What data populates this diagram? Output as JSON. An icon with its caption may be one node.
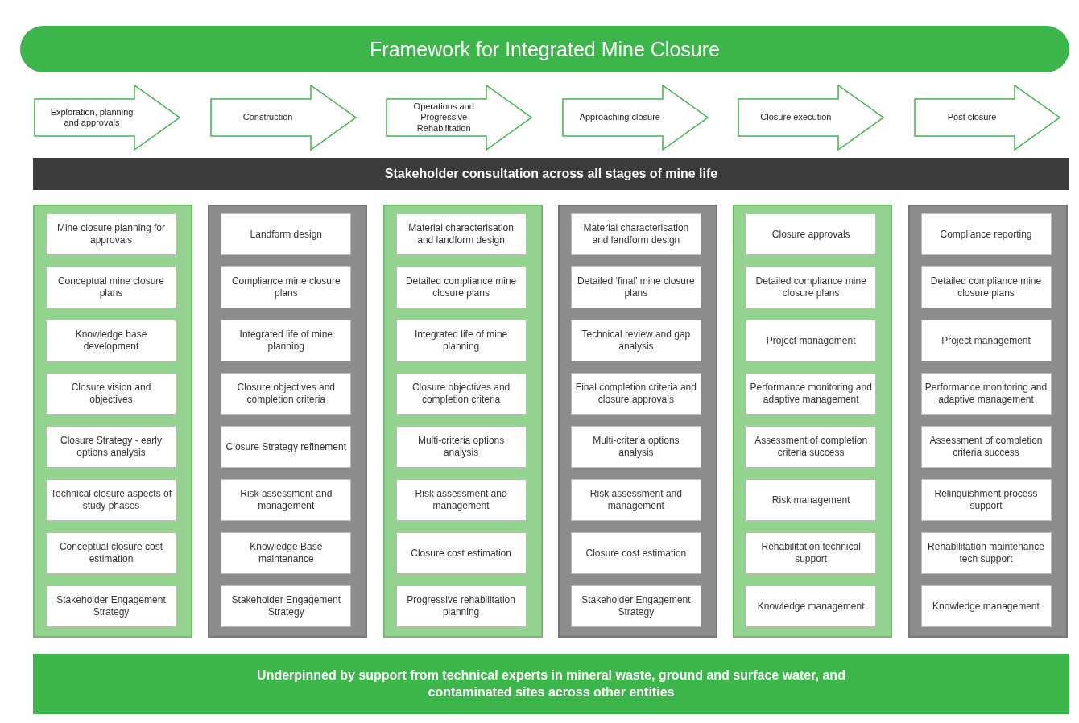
{
  "diagram": {
    "title": "Framework for Integrated Mine Closure",
    "nodes": [
      {
        "text": [
          "Exploration,  planning and approvals"
        ]
      },
      {
        "text": [
          "Construction"
        ]
      },
      {
        "text": [
          "Operations and Progressive Rehabilitation"
        ]
      },
      {
        "text": [
          "Approaching closure"
        ]
      },
      {
        "text": [
          "Closure execution"
        ]
      },
      {
        "text": [
          "Post closure"
        ]
      },
      {
        "text": [
          "Stakeholder consultation across all stages of mine life"
        ]
      },
      {
        "text": [],
        "shape": "box"
      },
      {
        "text": [
          "Mine closure planning for approvals"
        ],
        "in": 7
      },
      {
        "text": [
          "Conceptual mine closure plans"
        ],
        "in": 7
      },
      {
        "text": [
          "Knowledge base development"
        ],
        "in": 7
      },
      {
        "text": [
          "Closure vision and objectives"
        ],
        "in": 7
      },
      {
        "text": [
          "Closure Strategy - early options analysis"
        ],
        "in": 7
      },
      {
        "text": [
          "Technical closure aspects of study phases"
        ],
        "in": 7
      },
      {
        "text": [
          "Conceptual closure cost estimation"
        ],
        "in": 7
      },
      {
        "text": [
          "Stakeholder Engagement Strategy"
        ],
        "in": 7
      },
      {
        "text": [],
        "shape": "box"
      },
      {
        "text": [
          "Landform design"
        ],
        "in": 16
      },
      {
        "text": [
          "Compliance mine closure plans"
        ],
        "in": 16
      },
      {
        "text": [
          "Integrated life of mine planning"
        ],
        "in": 16
      },
      {
        "text": [
          "Closure objectives and completion criteria"
        ],
        "in": 16
      },
      {
        "text": [
          "Closure Strategy refinement"
        ],
        "in": 16
      },
      {
        "text": [
          "Risk assessment and management"
        ],
        "in": 16
      },
      {
        "text": [
          "Knowledge Base maintenance"
        ],
        "in": 16
      },
      {
        "text": [
          "Stakeholder Engagement Strategy"
        ],
        "in": 16
      },
      {
        "text": [],
        "shape": "box"
      },
      {
        "text": [
          "Material characterisation and landform design"
        ],
        "in": 25
      },
      {
        "text": [
          "Detailed compliance mine closure plans"
        ],
        "in": 25
      },
      {
        "text": [
          "Integrated life of mine planning"
        ],
        "in": 25
      },
      {
        "text": [
          "Closure objectives and completion criteria"
        ],
        "in": 25
      },
      {
        "text": [
          "Multi-criteria options analysis"
        ],
        "in": 25
      },
      {
        "text": [
          "Risk assessment and management"
        ],
        "in": 25
      },
      {
        "text": [
          "Closure cost estimation"
        ],
        "in": 25
      },
      {
        "text": [
          "Progressive rehabilitation planning"
        ],
        "in": 25
      },
      {
        "text": [],
        "shape": "box"
      },
      {
        "text": [
          "Material characterisation and landform design"
        ],
        "in": 34
      },
      {
        "text": [
          "Detailed ‘final’ mine closure plans"
        ],
        "in": 34
      },
      {
        "text": [
          "Technical review and gap analysis"
        ],
        "in": 34
      },
      {
        "text": [
          "Final completion criteria and closure approvals"
        ],
        "in": 34
      },
      {
        "text": [
          "Multi-criteria options analysis"
        ],
        "in": 34
      },
      {
        "text": [
          "Risk assessment and management"
        ],
        "in": 34
      },
      {
        "text": [
          "Closure cost estimation"
        ],
        "in": 34
      },
      {
        "text": [
          "Stakeholder Engagement Strategy"
        ],
        "in": 34
      },
      {
        "text": [],
        "shape": "box"
      },
      {
        "text": [
          "Closure approvals"
        ],
        "in": 43
      },
      {
        "text": [
          "Detailed compliance mine closure plans"
        ],
        "in": 43
      },
      {
        "text": [
          "Project management"
        ],
        "in": 43
      },
      {
        "text": [
          "Performance monitoring and adaptive management"
        ],
        "in": 43
      },
      {
        "text": [
          "Assessment of completion criteria success"
        ],
        "in": 43
      },
      {
        "text": [
          "Risk management"
        ],
        "in": 43
      },
      {
        "text": [
          "Rehabilitation technical support"
        ],
        "in": 43
      },
      {
        "text": [
          "Knowledge management"
        ],
        "in": 43
      },
      {
        "text": [],
        "shape": "box"
      },
      {
        "text": [
          "Compliance reporting"
        ],
        "in": 52
      },
      {
        "text": [
          "Detailed compliance mine closure plans"
        ],
        "in": 52
      },
      {
        "text": [
          "Project management"
        ],
        "in": 52
      },
      {
        "text": [
          "Performance monitoring and adaptive management"
        ],
        "in": 52
      },
      {
        "text": [
          "Assessment of completion criteria success"
        ],
        "in": 52
      },
      {
        "text": [
          "Relinquishment process support"
        ],
        "in": 52
      },
      {
        "text": [
          "Rehabilitation maintenance tech support"
        ],
        "in": 52
      },
      {
        "text": [
          "Knowledge management"
        ],
        "in": 52
      },
      {
        "text": [
          "Underpinned by support from technical experts in mineral waste, ground and surface water, and contaminated sites across other entities"
        ]
      }
    ]
  }
}
